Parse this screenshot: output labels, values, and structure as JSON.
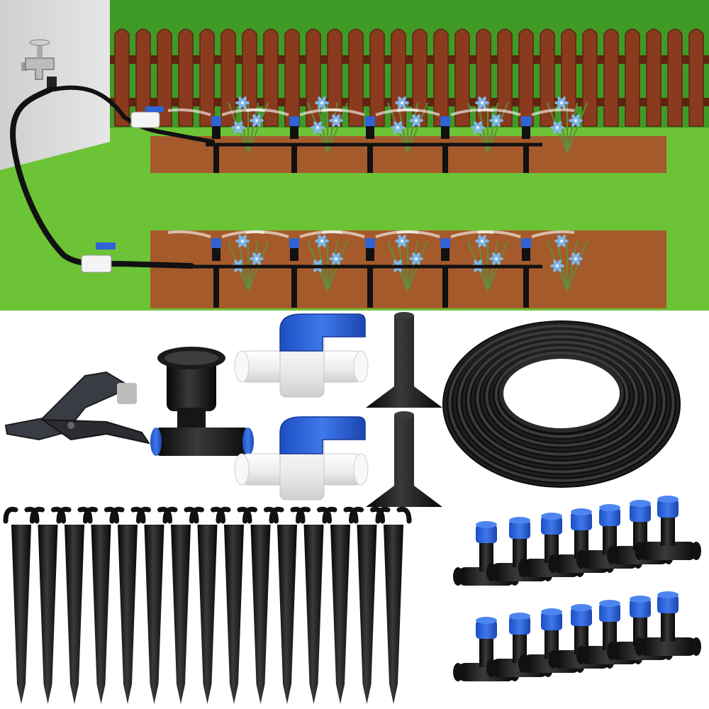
{
  "image": {
    "subject": "drip-irrigation-kit-product-photo",
    "colors": {
      "wall": "#dcdcdc",
      "grass": "#6cc336",
      "grass_dark": "#4fa028",
      "fence": "#8a3b1e",
      "fence_dark": "#5e2410",
      "fence_gap": "#3f9a26",
      "soil": "#a55a2c",
      "soil_dark": "#7a3d18",
      "tube": "#111111",
      "fitting_blue": "#2f63d6",
      "valve_white": "#f4f4f4",
      "flower_blue": "#7fb6e8",
      "leaf": "#5e8f3a"
    },
    "counts": {
      "stakes": 15,
      "misting_tees": 14,
      "shutoff_valves": 2,
      "funnel_stakes": 2
    },
    "icons": [
      "faucet-icon",
      "tube-cutter-icon",
      "faucet-adapter-icon",
      "shutoff-valve-icon",
      "funnel-stake-icon",
      "tubing-coil-icon",
      "stake-icon",
      "misting-tee-icon"
    ]
  }
}
